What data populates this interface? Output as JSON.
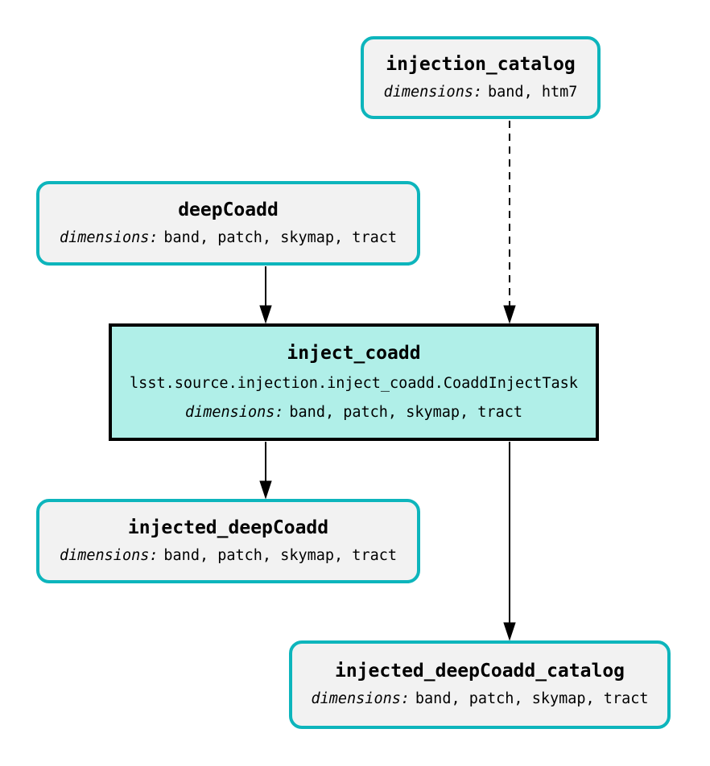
{
  "diagram": {
    "type": "pipeline-graph",
    "colors": {
      "background": "#ffffff",
      "dataset_border": "#0db5bc",
      "dataset_fill": "#f2f2f2",
      "task_border": "#000000",
      "task_fill": "#b0efe8",
      "edge": "#000000",
      "text": "#000000"
    },
    "nodes": [
      {
        "id": "injection_catalog",
        "kind": "dataset",
        "title": "injection_catalog",
        "dimensions_label": "dimensions:",
        "dimensions": "band, htm7"
      },
      {
        "id": "deepCoadd",
        "kind": "dataset",
        "title": "deepCoadd",
        "dimensions_label": "dimensions:",
        "dimensions": "band, patch, skymap, tract"
      },
      {
        "id": "inject_coadd",
        "kind": "task",
        "title": "inject_coadd",
        "task_class": "lsst.source.injection.inject_coadd.CoaddInjectTask",
        "dimensions_label": "dimensions:",
        "dimensions": "band, patch, skymap, tract"
      },
      {
        "id": "injected_deepCoadd",
        "kind": "dataset",
        "title": "injected_deepCoadd",
        "dimensions_label": "dimensions:",
        "dimensions": "band, patch, skymap, tract"
      },
      {
        "id": "injected_deepCoadd_catalog",
        "kind": "dataset",
        "title": "injected_deepCoadd_catalog",
        "dimensions_label": "dimensions:",
        "dimensions": "band, patch, skymap, tract"
      }
    ],
    "edges": [
      {
        "from": "injection_catalog",
        "to": "inject_coadd",
        "style": "dashed"
      },
      {
        "from": "deepCoadd",
        "to": "inject_coadd",
        "style": "solid"
      },
      {
        "from": "inject_coadd",
        "to": "injected_deepCoadd",
        "style": "solid"
      },
      {
        "from": "inject_coadd",
        "to": "injected_deepCoadd_catalog",
        "style": "solid"
      }
    ]
  }
}
